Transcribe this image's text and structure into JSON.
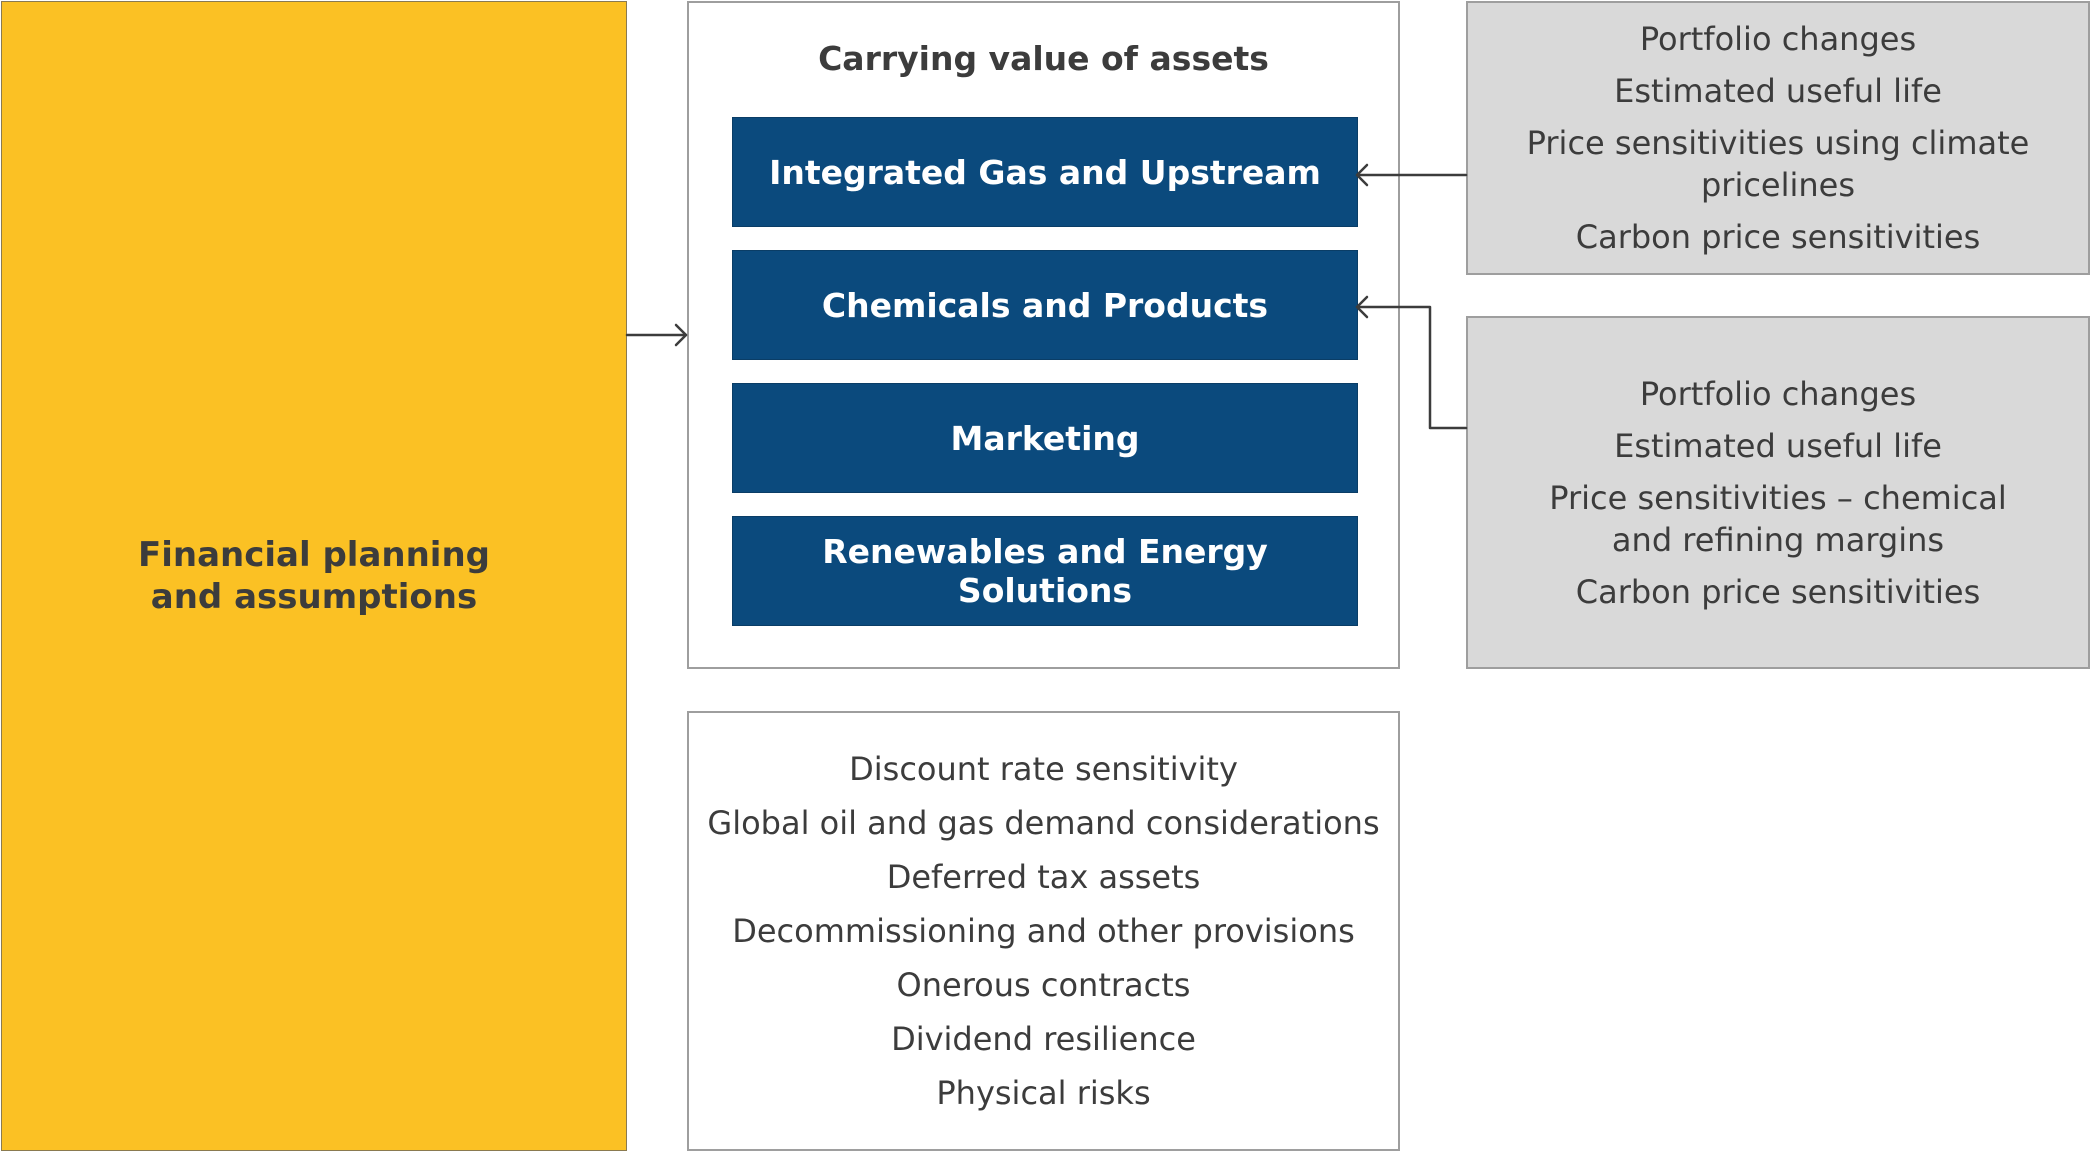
{
  "left": {
    "title_line1": "Financial planning",
    "title_line2": "and assumptions"
  },
  "carrying": {
    "title": "Carrying value of assets",
    "segments": [
      "Integrated Gas and Upstream",
      "Chemicals and Products",
      "Marketing",
      "Renewables and Energy Solutions"
    ]
  },
  "upstream_sensitivities": [
    "Portfolio changes",
    "Estimated useful life",
    "Price sensitivities using climate pricelines",
    "Carbon price sensitivities"
  ],
  "downstream_sensitivities": [
    "Portfolio changes",
    "Estimated useful life",
    "Price sensitivities – chemical and refining margins",
    "Carbon price sensitivities"
  ],
  "other_considerations": [
    "Discount rate sensitivity",
    "Global oil and gas demand considerations",
    "Deferred tax assets",
    "Decommissioning and other provisions",
    "Onerous contracts",
    "Dividend resilience",
    "Physical risks"
  ],
  "colors": {
    "left_box": "#FBC124",
    "segment_fill": "#0B4A7D",
    "side_box": "#D9D9D9",
    "connector": "#3c3c3c"
  }
}
